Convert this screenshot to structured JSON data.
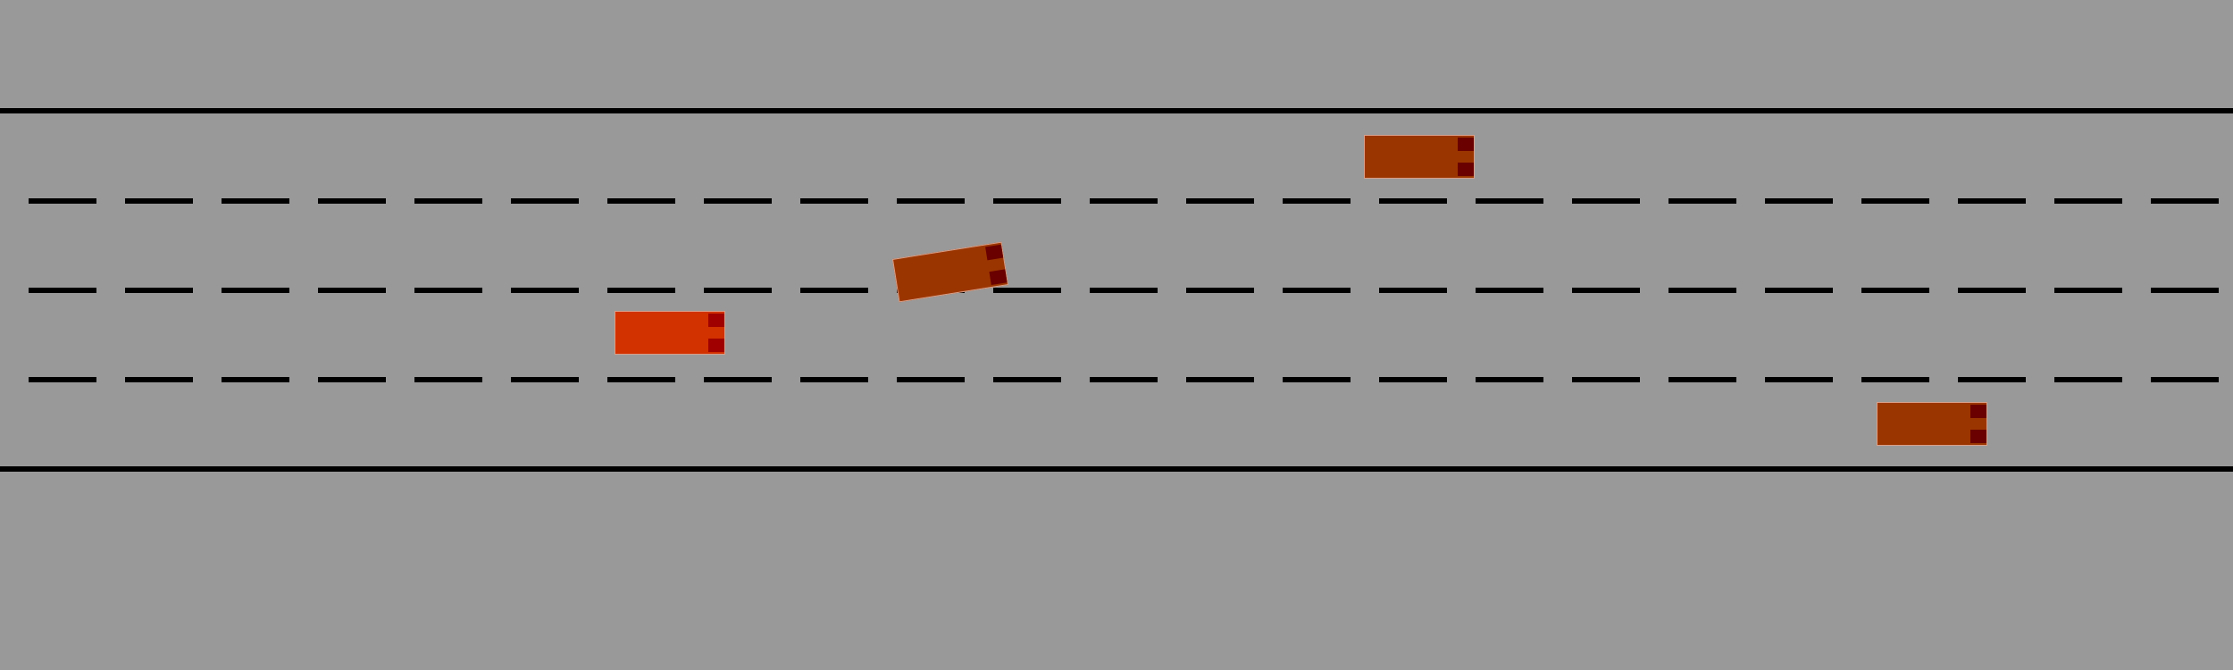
{
  "scene": {
    "road_color": "#999999",
    "line_color": "#000000",
    "lanes": 4
  },
  "vehicles": {
    "ego": {
      "role": "ego",
      "body_color": "#d23100",
      "light_color": "#a00000"
    },
    "others": [
      {
        "role": "other",
        "body_color": "#9b3500",
        "light_color": "#6a0000"
      },
      {
        "role": "other",
        "body_color": "#9b3500",
        "light_color": "#6a0000"
      },
      {
        "role": "other",
        "body_color": "#9b3500",
        "light_color": "#6a0000"
      }
    ]
  }
}
